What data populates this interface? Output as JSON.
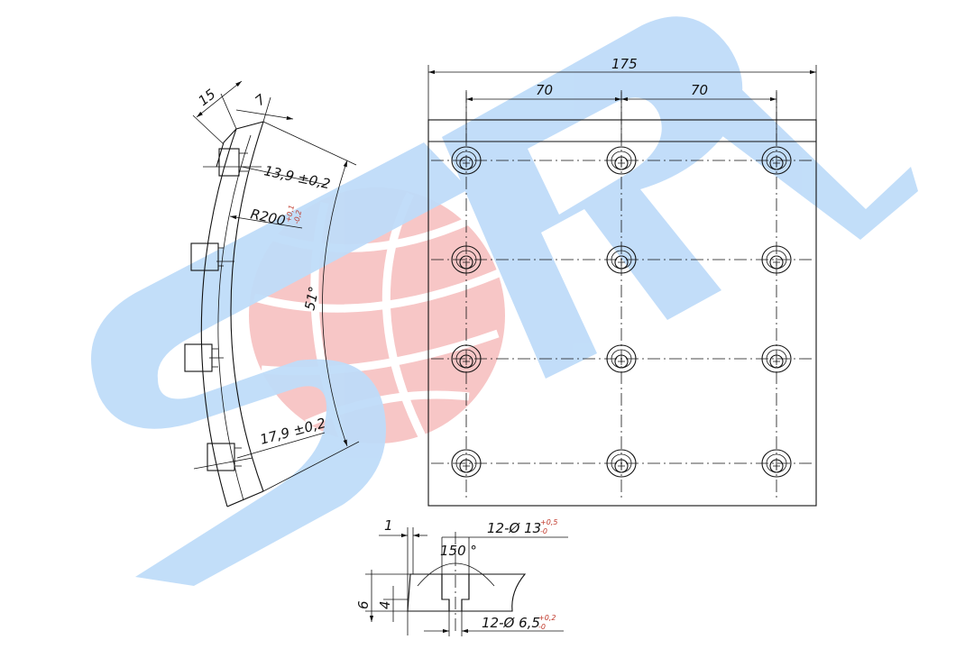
{
  "watermark": {
    "text": "SRL",
    "letter_color": "#bfdcf9",
    "globe_color": "#f7c6c6"
  },
  "plan": {
    "dim_overall": "175",
    "dim_pitch_left": "70",
    "dim_pitch_right": "70",
    "holes": {
      "rows": 4,
      "cols": 3
    }
  },
  "side_view": {
    "dim_width": "15",
    "dim_offset": "7",
    "dim_thickness_top": "13,9 ±0,2",
    "radius_label": "R200",
    "radius_tol_upper": "+0,1",
    "radius_tol_lower": "-0,2",
    "angle_label": "51°",
    "dim_thickness_bottom": "17,9 ±0,2"
  },
  "section": {
    "dim_step": "1",
    "counterbore_label": "12-Ø 13",
    "counterbore_tol_upper": "+0,5",
    "counterbore_tol_lower": "-0",
    "countersink_angle": "150 °",
    "dim_height": "6",
    "dim_depth": "4",
    "hole_label": "12-Ø 6,5",
    "hole_tol_upper": "+0,2",
    "hole_tol_lower": "-0"
  },
  "colors": {
    "line": "#111111",
    "tolerance": "#c0392b"
  }
}
